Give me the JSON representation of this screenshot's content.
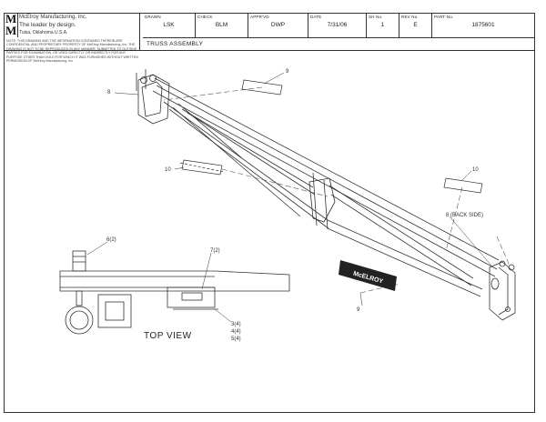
{
  "title_block": {
    "company": "McElroy Manufacturing, Inc.",
    "tagline": "The leader by design.",
    "location": "Tulsa, Oklahoma U.S.A.",
    "logo_letters": "MMI",
    "drawn_label": "DRAWN",
    "drawn_value": "LSK",
    "check_label": "CHECK",
    "check_value": "BLM",
    "approved_label": "APPR'VD",
    "approved_value": "DWP",
    "date_label": "DATE",
    "date_value": "7/31/06",
    "sheet_label": "SH No.",
    "sheet_value": "1",
    "rev_label": "REV No.",
    "rev_value": "E",
    "part_label": "PART No.",
    "part_value": "1875601",
    "assembly_title": "TRUSS ASSEMBLY",
    "note": "NOTE: THIS DRAWING AND THE INFORMATION CONTAINED THEREIN ARE CONFIDENTIAL AND PROPRIETARY PROPERTY OF McElroy Manufacturing, Inc. THE DRAWING IS NOT TO BE REPRODUCED IN ANY MANNER, SUBMITTED TO OUTSIDE PARTIES FOR EXAMINATION, OR USED DIRECTLY OR INDIRECTLY FOR ANY PURPOSE OTHER THAN HOLD FOR WHICH IT WAS FURNISHED WITHOUT WRITTEN PERMISSION OF McElroy Manufacturing, Inc."
  },
  "callouts": {
    "c8_top": "8",
    "c9_top": "9",
    "c10_left": "10",
    "c10_right": "10",
    "c8_back": "8 (BACK SIDE)",
    "c9_bottom": "9",
    "c6": "6(2)",
    "c7": "7(2)",
    "c3": "3(4)",
    "c4": "4(4)",
    "c5": "5(4)"
  },
  "decal_text": "McELROY",
  "top_view_label": "TOP VIEW"
}
